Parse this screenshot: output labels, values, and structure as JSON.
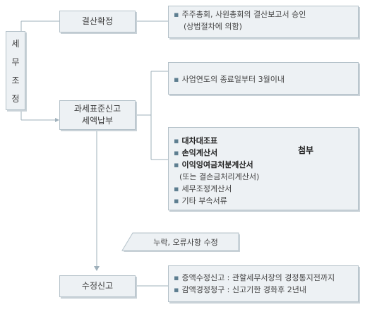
{
  "side_box": {
    "chars": [
      "세",
      "무",
      "조",
      "정"
    ]
  },
  "step1": {
    "label": "결산확정"
  },
  "step2": {
    "line1": "과세표준신고",
    "line2": "세액납부"
  },
  "step3": {
    "label": "수정신고"
  },
  "note_box": {
    "label": "누락, 오류사항 수정"
  },
  "info1": {
    "bullet": "▪",
    "line1": "주주총회, 사원총회의 결산보고서 승인",
    "line2": "(상법절차에 의함)"
  },
  "info2": {
    "bullet": "▪",
    "line1": "사업연도의 종료일부터 3월이내"
  },
  "info3": {
    "bullet": "▪",
    "item1": "대차대조표",
    "item2": "손익계산서",
    "item3": "이익잉여금처분계산서",
    "item3_sub": "(또는 결손금처리계산서)",
    "item4": "세무조정계산서",
    "item5": "기타 부속서류",
    "attach_label": "첨부"
  },
  "info4": {
    "bullet": "▪",
    "line1": "증액수정신고 : 관할세무서장의 경정통지전까지",
    "line2": "감액경정청구 : 신고기한 경화후 2년내"
  },
  "colors": {
    "box_fill": "#edf1f4",
    "box_border": "#b4c1c9",
    "connector": "#9fb0bb",
    "bullet": "#5d7e90"
  }
}
